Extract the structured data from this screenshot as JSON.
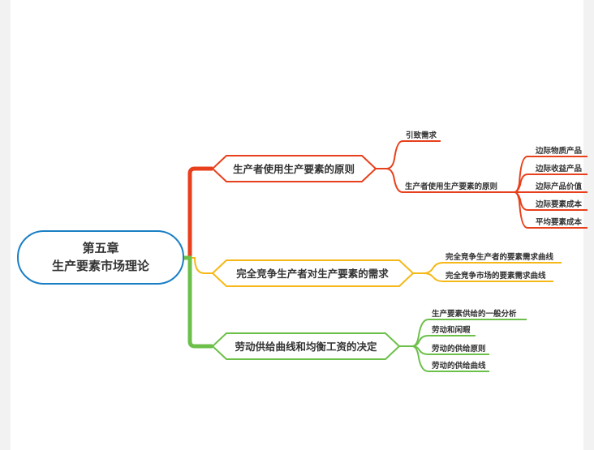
{
  "root": {
    "line1": "第五章",
    "line2": "生产要素市场理论",
    "border_color": "#1a7fc4"
  },
  "branches": [
    {
      "label": "生产者使用生产要素的原则",
      "color": "#e8401c",
      "children": [
        {
          "label": "引致需求",
          "children": []
        },
        {
          "label": "生产者使用生产要素的原则",
          "children": [
            "边际物质产品",
            "边际收益产品",
            "边际产品价值",
            "边际要素成本",
            "平均要素成本"
          ]
        }
      ]
    },
    {
      "label": "完全竞争生产者对生产要素的需求",
      "color": "#f5b817",
      "children": [
        {
          "label": "完全竞争生产者的要素需求曲线",
          "children": []
        },
        {
          "label": "完全竞争市场的要素需求曲线",
          "children": []
        }
      ]
    },
    {
      "label": "劳动供给曲线和均衡工资的决定",
      "color": "#6cc04a",
      "children": [
        {
          "label": "生产要素供给的一般分析",
          "children": []
        },
        {
          "label": "劳动和闲暇",
          "children": []
        },
        {
          "label": "劳动的供给原则",
          "children": []
        },
        {
          "label": "劳动的供给曲线",
          "children": []
        }
      ]
    }
  ]
}
